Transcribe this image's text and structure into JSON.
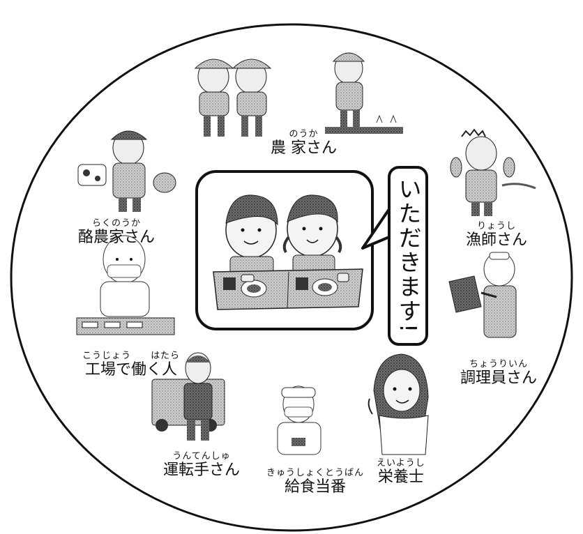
{
  "speech_bubble": {
    "text": "いただきます!"
  },
  "roles": {
    "farmer": {
      "ruby": "のうか",
      "label": "農 家さん"
    },
    "dairy_farmer": {
      "ruby": "らくのうか",
      "label": "酪農家さん"
    },
    "fisher": {
      "ruby": "りょうし",
      "label": "漁師さん"
    },
    "factory_worker": {
      "ruby_left": "こうじょう",
      "ruby_right": "はたら",
      "label": "工場で働く人"
    },
    "cook": {
      "ruby": "ちょうりいん",
      "label": "調理員さん"
    },
    "driver": {
      "ruby": "うんてんしゅ",
      "label": "運転手さん"
    },
    "lunch_duty": {
      "ruby": "きゅうしょくとうばん",
      "label": "給食当番"
    },
    "nutritionist": {
      "ruby": "えいようし",
      "label": "栄養士"
    }
  },
  "colors": {
    "line": "#111111",
    "gray": "#9a9a9a",
    "light": "#d6d6d6",
    "dark": "#3a3a3a"
  }
}
